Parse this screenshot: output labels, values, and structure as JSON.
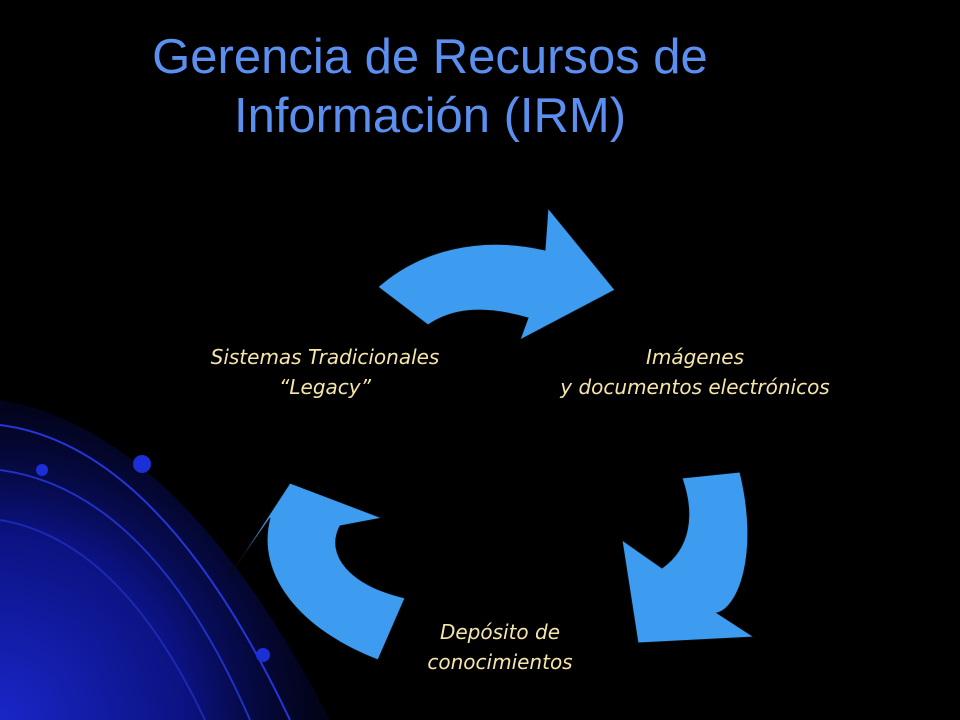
{
  "title": {
    "line1": "Gerencia de Recursos de",
    "line2": "Información (IRM)"
  },
  "cycle": {
    "nodes": {
      "legacy": {
        "line1": "Sistemas Tradicionales",
        "line2": "“Legacy”"
      },
      "images": {
        "line1": "Imágenes",
        "line2": "y documentos electrónicos"
      },
      "deposit": {
        "line1": "Depósito de",
        "line2": "conocimientos"
      }
    },
    "arrow_color": "#3d9bf0"
  },
  "colors": {
    "background": "#000000",
    "title": "#5b8ff0",
    "label": "#f5e6a8",
    "accent_blue": "#1a2fd6"
  }
}
